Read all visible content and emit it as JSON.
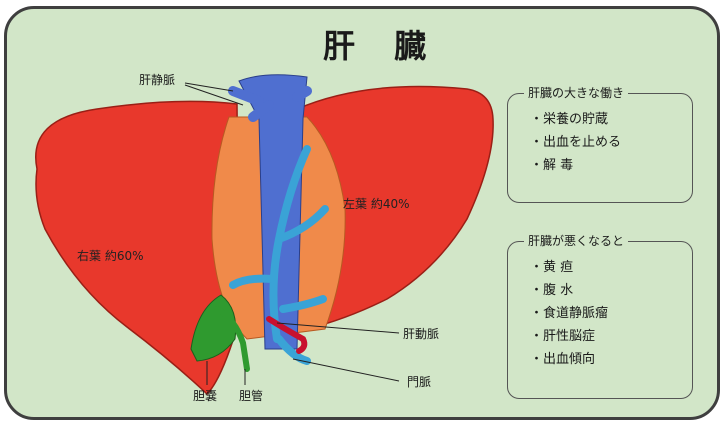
{
  "title": "肝 臓",
  "labels": {
    "hepatic_vein": "肝静脈",
    "left_lobe": "左葉 約40%",
    "right_lobe": "右葉 約60%",
    "hepatic_artery": "肝動脈",
    "portal_vein": "門脈",
    "gallbladder": "胆嚢",
    "bile_duct": "胆管"
  },
  "functions_box": {
    "title": "肝臓の大きな働き",
    "items": [
      "・栄養の貯蔵",
      "・出血を止める",
      "・解 毒"
    ]
  },
  "disease_box": {
    "title": "肝臓が悪くなると",
    "items": [
      "・黄 疸",
      "・腹 水",
      "・食道静脈瘤",
      "・肝性脳症",
      "・出血傾向"
    ]
  },
  "colors": {
    "background": "#d2e6c8",
    "liver": "#e8382c",
    "liver_inner": "#f08a4a",
    "vein": "#4f6fd0",
    "portal": "#3aa3d6",
    "gallbladder": "#2f9a2f",
    "artery": "#c8102e"
  }
}
